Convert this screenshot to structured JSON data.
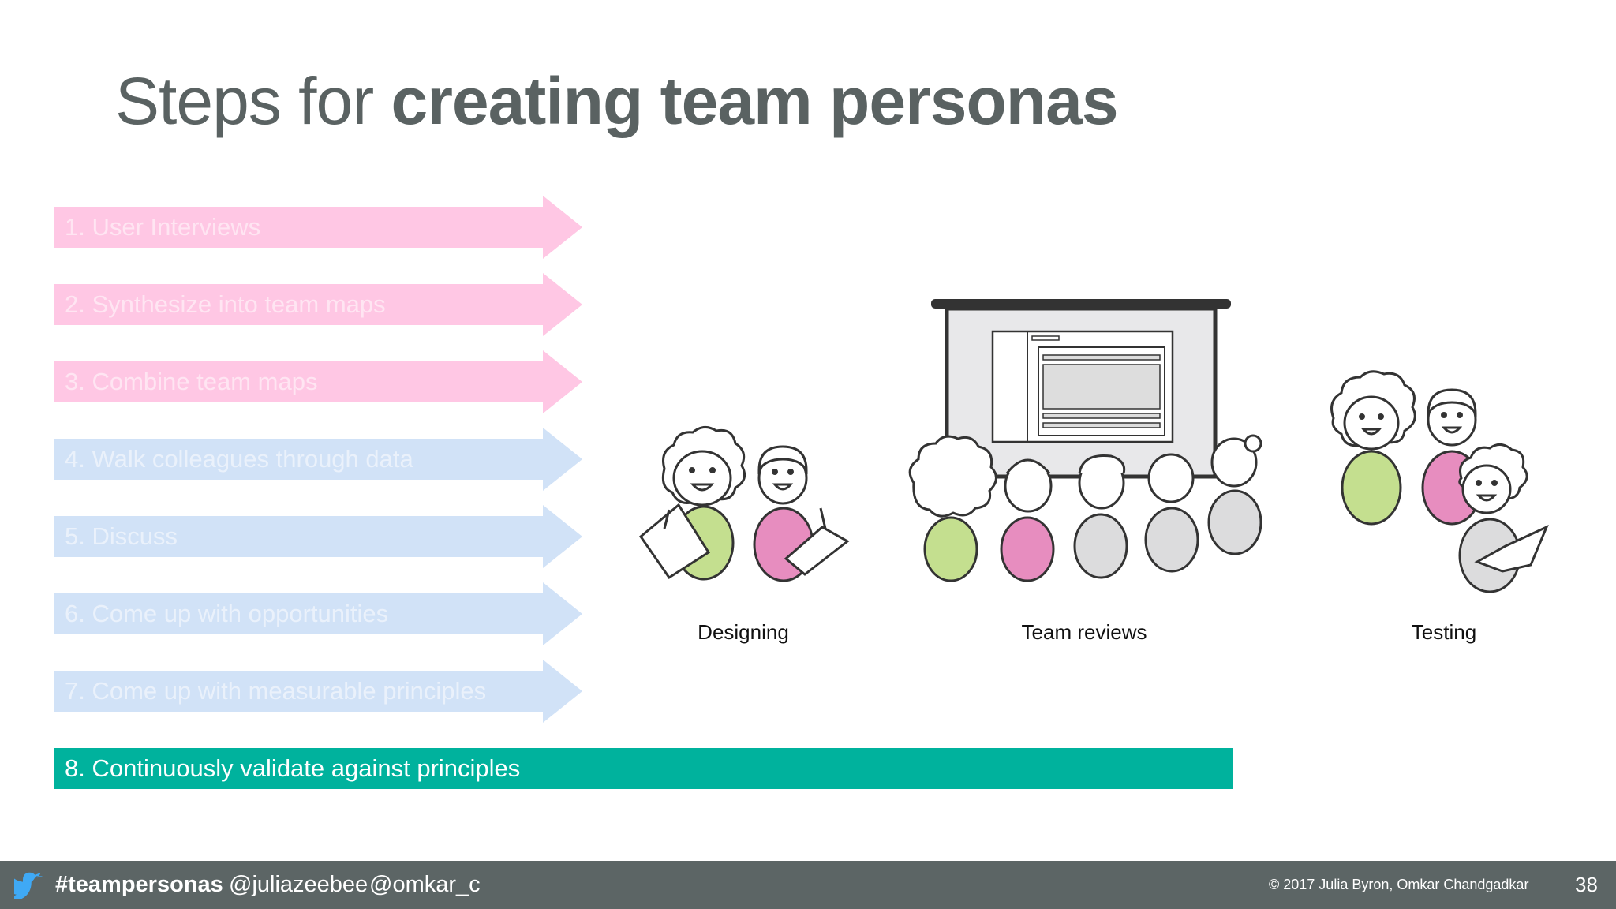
{
  "title": {
    "light": "Steps for",
    "bold": "creating team personas"
  },
  "steps": [
    {
      "label": "1.  User Interviews",
      "color": "pink"
    },
    {
      "label": "2.  Synthesize into team maps",
      "color": "pink"
    },
    {
      "label": "3. Combine team maps",
      "color": "pink"
    },
    {
      "label": "4.  Walk colleagues through data",
      "color": "blue"
    },
    {
      "label": "5. Discuss",
      "color": "blue"
    },
    {
      "label": "6.  Come up with opportunities",
      "color": "blue"
    },
    {
      "label": "7. Come up with measurable principles",
      "color": "blue"
    },
    {
      "label": "8.  Continuously validate against principles",
      "color": "active"
    }
  ],
  "captions": {
    "designing": "Designing",
    "team_reviews": "Team reviews",
    "testing": "Testing"
  },
  "footer": {
    "hashtag": "#teampersonas",
    "handle1": "@juliazeebee",
    "handle2": "@omkar_c",
    "copyright": "© 2017 Julia Byron, Omkar Chandgadkar",
    "page": "38"
  },
  "colors": {
    "green": "#c4df8f",
    "pink": "#e78dbf",
    "gray": "#dcdcdd",
    "teal": "#00b29d",
    "footer": "#5c6565"
  }
}
